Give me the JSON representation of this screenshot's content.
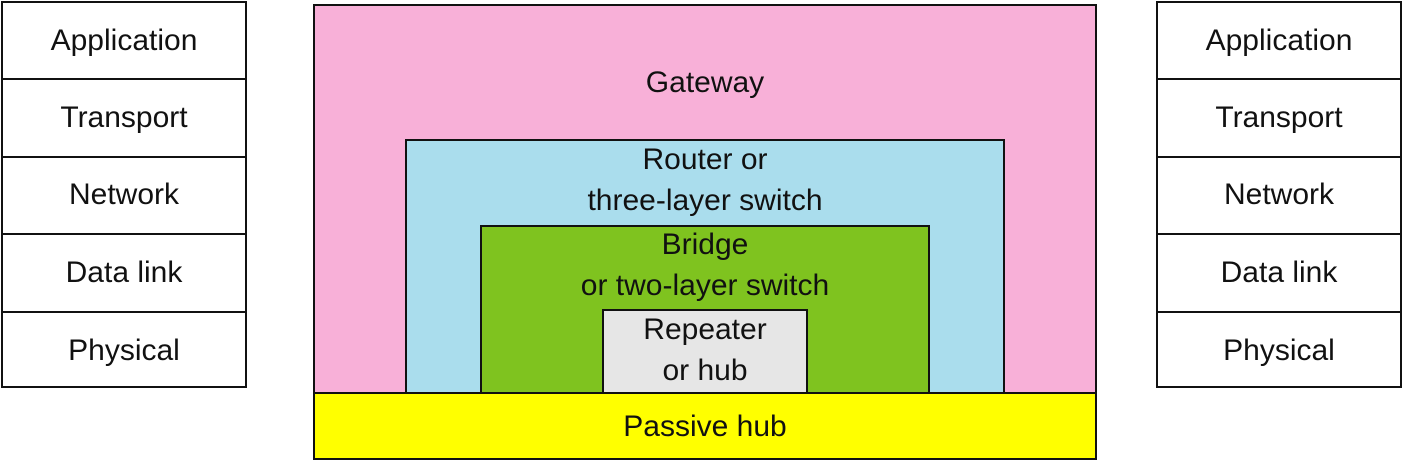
{
  "left_stack": {
    "layers": [
      "Application",
      "Transport",
      "Network",
      "Data link",
      "Physical"
    ]
  },
  "right_stack": {
    "layers": [
      "Application",
      "Transport",
      "Network",
      "Data link",
      "Physical"
    ]
  },
  "devices": {
    "gateway": {
      "label": "Gateway",
      "color": "#f8b0d8"
    },
    "router": {
      "line1": "Router or",
      "line2": "three-layer switch",
      "color": "#aadded"
    },
    "bridge": {
      "line1": "Bridge",
      "line2": "or two-layer switch",
      "color": "#7fc31f"
    },
    "repeater": {
      "line1": "Repeater",
      "line2": "or hub",
      "color": "#e6e6e6"
    },
    "passive_hub": {
      "label": "Passive hub",
      "color": "#ffff00"
    }
  }
}
